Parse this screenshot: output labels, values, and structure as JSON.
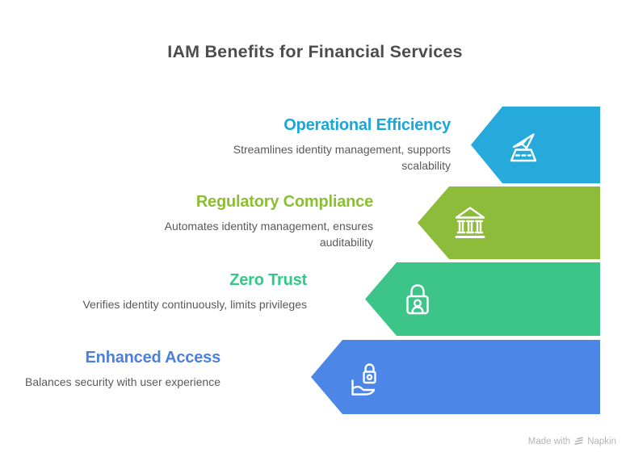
{
  "title": "IAM Benefits for Financial Services",
  "benefits": [
    {
      "heading": "Operational Efficiency",
      "description": "Streamlines identity management, supports scalability",
      "color": "#25aadb",
      "heading_color": "#18a7da",
      "icon": "plane-departure-icon"
    },
    {
      "heading": "Regulatory Compliance",
      "description": "Automates identity management, ensures auditability",
      "color": "#8dbc3b",
      "heading_color": "#8cbe33",
      "icon": "bank-icon"
    },
    {
      "heading": "Zero Trust",
      "description": "Verifies identity continuously, limits privileges",
      "color": "#3dc489",
      "heading_color": "#30c98a",
      "icon": "lock-user-icon"
    },
    {
      "heading": "Enhanced Access",
      "description": "Balances security with user experience",
      "color": "#4c86e6",
      "heading_color": "#4b80dc",
      "icon": "hand-lock-icon"
    }
  ],
  "attribution": {
    "prefix": "Made with",
    "brand": "Napkin"
  }
}
